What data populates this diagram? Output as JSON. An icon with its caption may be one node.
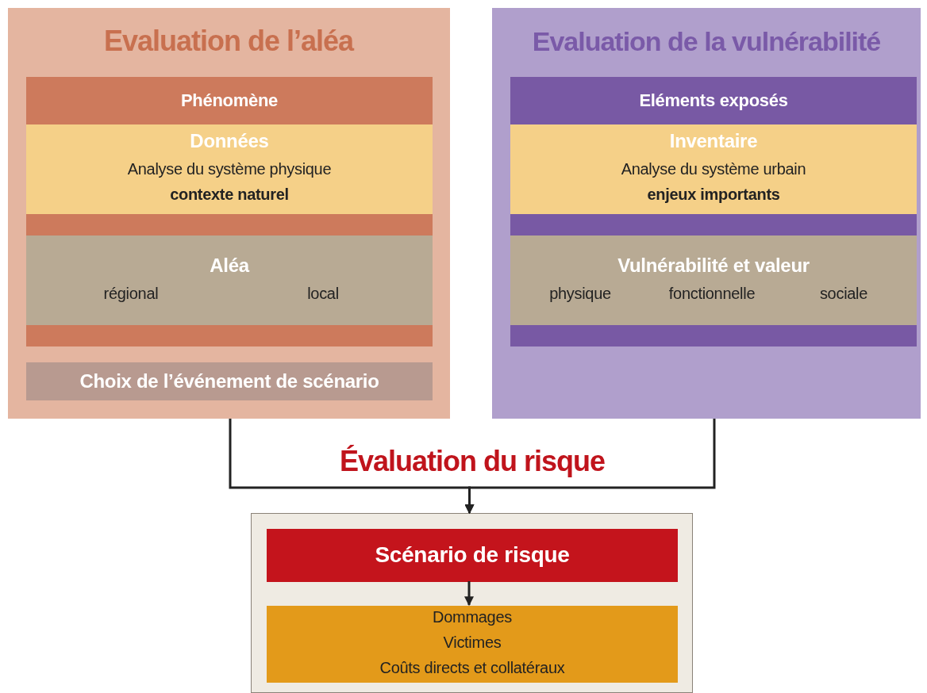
{
  "diagram": {
    "nodes": [
      {
        "text": [
          "Evaluation de l’aléa"
        ]
      },
      {
        "text": [
          "Phénomène"
        ],
        "in": 0
      },
      {
        "text": [
          "Données",
          "Analyse du système physique",
          "contexte naturel"
        ],
        "in": 1
      },
      {
        "text": [
          "Aléa",
          "régional",
          "local"
        ],
        "in": 1
      },
      {
        "text": [
          "Choix de l’événement de scénario"
        ],
        "in": 0
      },
      {
        "text": [
          "Evaluation de la vulnérabilité"
        ]
      },
      {
        "text": [
          "Eléments exposés"
        ],
        "in": 5
      },
      {
        "text": [
          "Inventaire",
          "Analyse du système urbain",
          "enjeux importants"
        ],
        "in": 6
      },
      {
        "text": [
          "Vulnérabilité et valeur",
          "physique",
          "fonctionnelle",
          "sociale"
        ],
        "in": 6
      },
      {
        "text": [],
        "shape": "box"
      },
      {
        "text": [
          "Scénario de risque"
        ],
        "in": 9
      },
      {
        "text": [
          "Dommages",
          "Victimes",
          "Coûts directs et collatéraux"
        ],
        "in": 9
      }
    ],
    "edges": [
      {
        "from": 0,
        "to": 9,
        "arrow": "to"
      },
      {
        "from": 5,
        "to": 9,
        "arrow": "to"
      },
      {
        "from": 10,
        "to": 11,
        "arrow": "to"
      }
    ],
    "labels": [
      "Évaluation du risque"
    ]
  }
}
